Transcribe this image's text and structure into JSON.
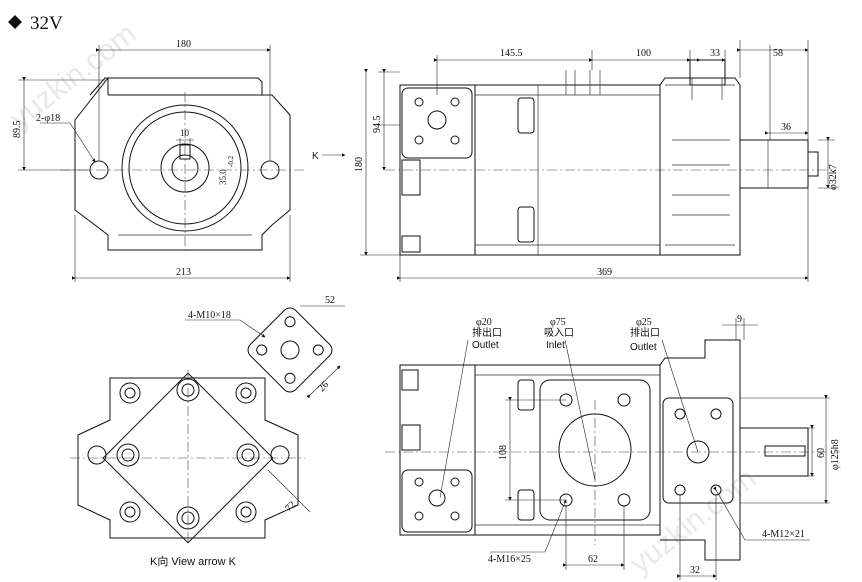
{
  "title": "32V",
  "watermark": "yuzkin.com",
  "views": {
    "front": {
      "dims": {
        "width_top": "180",
        "height_left": "89.5",
        "holes": "2-φ18",
        "key": "10",
        "shaft": "35.0",
        "shaft_tol": "-0.2",
        "width_bottom": "213"
      }
    },
    "side": {
      "arrow_label": "K",
      "dims": {
        "d1": "145.5",
        "d2": "100",
        "d3": "33",
        "d4": "58",
        "d5": "94.5",
        "d6": "180",
        "d7": "36",
        "shaft": "φ32k7",
        "total": "369"
      }
    },
    "kview": {
      "caption": "K向  View arrow K",
      "dims": {
        "bolts": "4-M10×18",
        "d1": "52",
        "d2": "26",
        "d3": "72"
      }
    },
    "bottom": {
      "ports": [
        {
          "size": "φ20",
          "cn": "排出口",
          "en": "Outlet"
        },
        {
          "size": "φ75",
          "cn": "吸入口",
          "en": "Inlet"
        },
        {
          "size": "φ25",
          "cn": "排出口",
          "en": "Outlet"
        }
      ],
      "dims": {
        "d9": "9",
        "d108": "108",
        "flange": "φ125h8",
        "d60": "60",
        "bolts_big": "4-M16×25",
        "d62": "62",
        "bolts_small": "4-M12×21",
        "d32": "32"
      }
    }
  }
}
